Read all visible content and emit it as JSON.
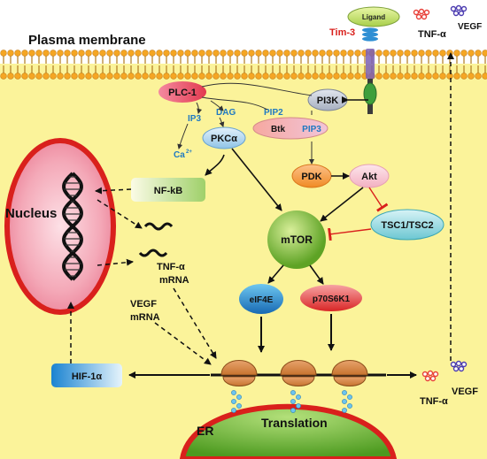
{
  "labels": {
    "plasma_membrane": "Plasma membrane",
    "ligand": "Ligand",
    "tim3": "Tim-3",
    "tnf_top": "TNF-α",
    "vegf_top": "VEGF",
    "plc1": "PLC-1",
    "pi3k": "PI3K",
    "ip3": "IP3",
    "dag": "DAG",
    "pip2": "PIP2",
    "btk": "Btk",
    "pip3": "PIP3",
    "pkc": "PKCα",
    "ca": "Ca",
    "ca_sup": "2+",
    "nfkb": "NF-kB",
    "pdk": "PDK",
    "akt": "Akt",
    "mtor": "mTOR",
    "tsc": "TSC1/TSC2",
    "nucleus": "Nucleus",
    "tnf_mrna_1": "TNF-α",
    "tnf_mrna_2": "mRNA",
    "vegf_mrna_1": "VEGF",
    "vegf_mrna_2": "mRNA",
    "eif4e": "eIF4E",
    "p70s6k1": "p70S6K1",
    "hif1a": "HIF-1α",
    "er": "ER",
    "translation": "Translation",
    "tnf_bottom": "TNF-α",
    "vegf_bottom": "VEGF"
  },
  "colors": {
    "cytoplasm": "#fbf39a",
    "membrane_head": "#f5a623",
    "nucleus_fill": "#f4a9b8",
    "nucleus_ring": "#d9201c",
    "er_fill": "#6cb52e",
    "er_ring": "#d9201c",
    "mtor_fill": "#8cc63f",
    "accent_blue": "#1f79c2",
    "inhibit_red": "#d9201c"
  }
}
